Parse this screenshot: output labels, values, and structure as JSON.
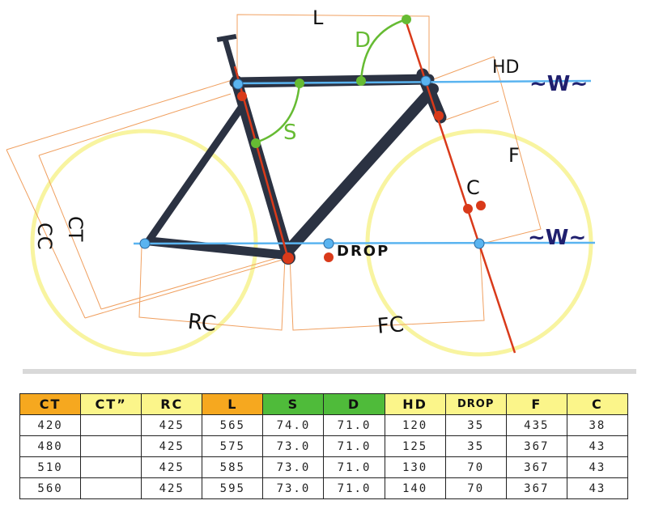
{
  "diagram": {
    "labels": {
      "L": "L",
      "D": "D",
      "HD": "HD",
      "W": "~W~",
      "S": "S",
      "F": "F",
      "C": "C",
      "CT": "CT",
      "CC": "CC",
      "DROP": "DROP",
      "RC": "RC",
      "FC": "FC"
    },
    "colors": {
      "frame": "#2b3242",
      "orange_line": "#f0a060",
      "red_line": "#d93a1a",
      "blue_line": "#5ab4f0",
      "green": "#66bb33",
      "wheel": "#f8f4a0",
      "navy": "#1f1f6e"
    }
  },
  "table": {
    "headers": [
      "CT",
      "CT”",
      "RC",
      "L",
      "S",
      "D",
      "HD",
      "DROP",
      "F",
      "C"
    ],
    "header_colors": [
      "#f6a81f",
      "#fbf58a",
      "#fbf58a",
      "#f6a81f",
      "#4fbb3a",
      "#4fbb3a",
      "#fbf58a",
      "#fbf58a",
      "#fbf58a",
      "#fbf58a"
    ],
    "rows": [
      [
        "420",
        "",
        "425",
        "565",
        "74.0",
        "71.0",
        "120",
        "35",
        "435",
        "38"
      ],
      [
        "480",
        "",
        "425",
        "575",
        "73.0",
        "71.0",
        "125",
        "35",
        "367",
        "43"
      ],
      [
        "510",
        "",
        "425",
        "585",
        "73.0",
        "71.0",
        "130",
        "70",
        "367",
        "43"
      ],
      [
        "560",
        "",
        "425",
        "595",
        "73.0",
        "71.0",
        "140",
        "70",
        "367",
        "43"
      ]
    ]
  }
}
